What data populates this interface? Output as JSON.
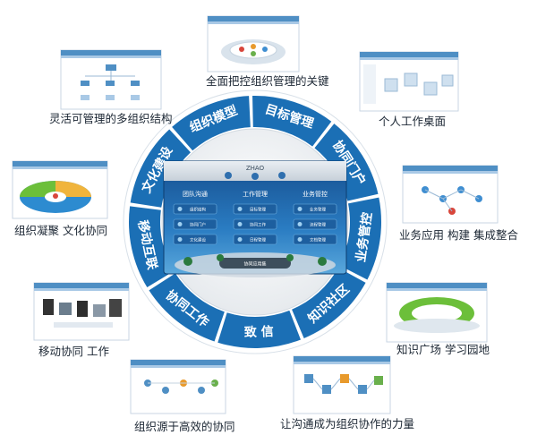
{
  "center": {
    "logo": "ZHAO",
    "top_buttons": [
      "",
      "",
      ""
    ],
    "columns": [
      {
        "title": "团队沟通",
        "items": [
          "组织结构",
          "协同门户",
          "文化建设"
        ]
      },
      {
        "title": "工作管理",
        "items": [
          "目标管理",
          "协同工作",
          "日程管理"
        ]
      },
      {
        "title": "业务管控",
        "items": [
          "业务管理",
          "流程管理",
          "文档管理"
        ]
      }
    ],
    "bottom_label": "协同应用集"
  },
  "ring_segments": [
    "目标管理",
    "协同门户",
    "业务管控",
    "知识社区",
    "致 信",
    "协同工作",
    "移动互联",
    "文化建设",
    "组织模型"
  ],
  "captions": {
    "top": "全面把控组织管理的关键",
    "top_right": "个人工作桌面",
    "right_upper": "业务应用 构建 集成整合",
    "right_lower": "知识广场 学习园地",
    "bottom_right": "让沟通成为组织协作的力量",
    "bottom_left": "组织源于高效的协同",
    "left_lower": "移动协同 工作",
    "left_upper": "组织凝聚 文化协同",
    "top_left": "灵活可管理的多组织结构"
  },
  "colors": {
    "ring": "#1b6fb5",
    "ring_dark": "#155a96",
    "disc": "#eef1f4",
    "dashboard_top": "#1e5fa4",
    "dashboard_bottom": "#2f86c9",
    "caption": "#1b2633"
  }
}
